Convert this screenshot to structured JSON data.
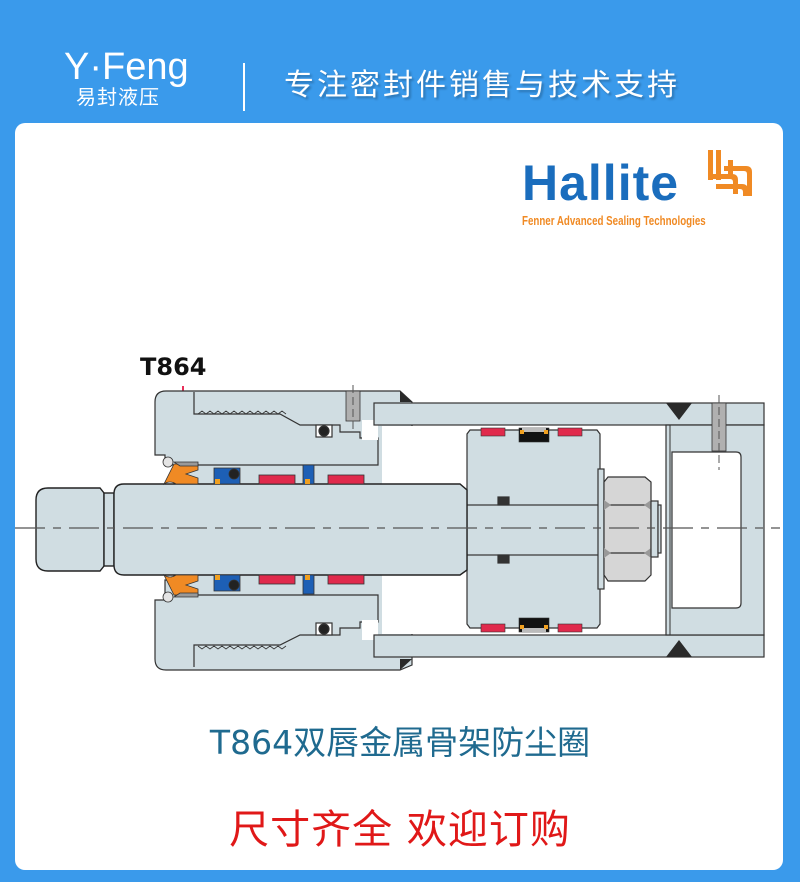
{
  "header": {
    "brand_en": "Y·Feng",
    "brand_cn": "易封液压",
    "slogan": "专注密封件销售与技术支持"
  },
  "logo": {
    "name": "Hallite",
    "tagline": "Fenner Advanced Sealing Technologies",
    "colors": {
      "word": "#1a6dbd",
      "accent": "#f08a24"
    }
  },
  "diagram": {
    "callout_label": "T864",
    "callout_color": "#e8305a",
    "colors": {
      "body": "#d0dde2",
      "outline": "#333333",
      "wiper_seal": "#f08a24",
      "rod_seal": "#1d5fb5",
      "wear_ring": "#e02a4c",
      "o_ring": "#222222",
      "thread": "#b0b0b0",
      "nut": "#d6d6d6",
      "weld": "#2a2a2a"
    }
  },
  "caption": "T864双唇金属骨架防尘圈",
  "promo": "尺寸齐全 欢迎订购",
  "page_colors": {
    "background": "#3a9aeb",
    "card": "#ffffff",
    "caption": "#1f6a8f",
    "promo": "#e01818"
  }
}
